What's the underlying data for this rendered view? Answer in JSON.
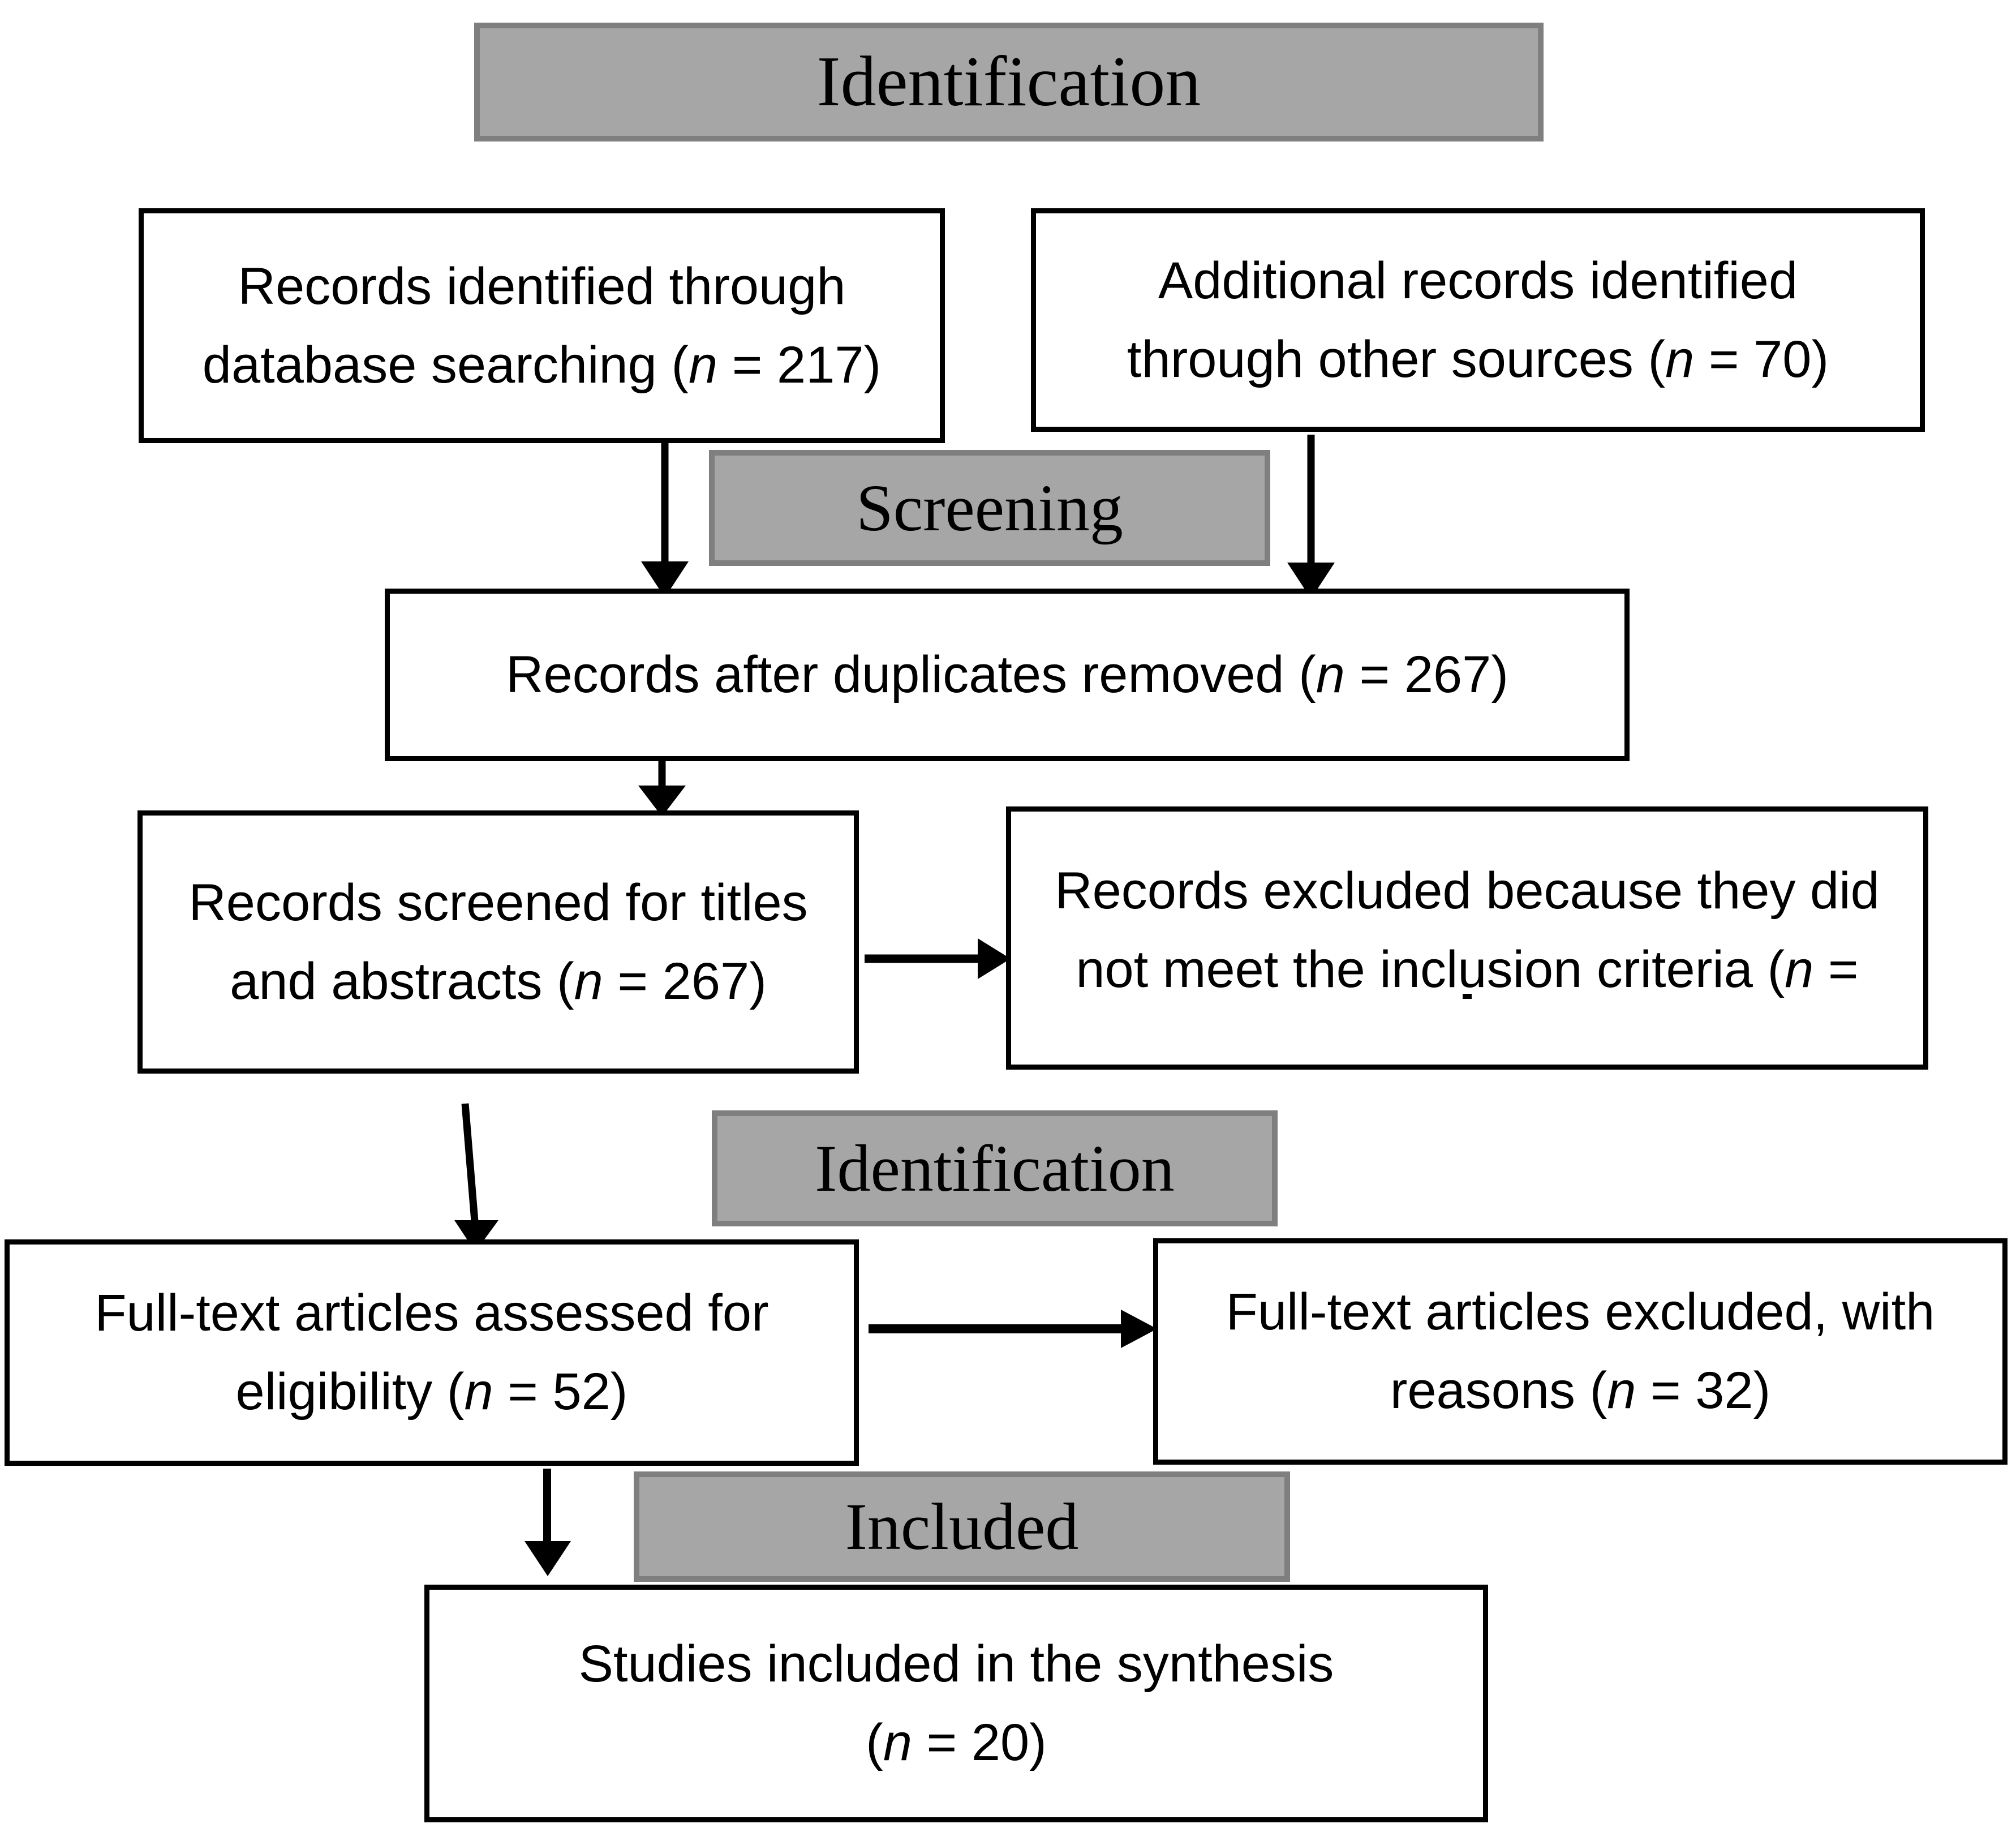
{
  "diagram": {
    "title": "PRISMA flow diagram",
    "type": "flowchart",
    "colors": {
      "banner_fill": "#a6a6a6",
      "banner_border": "#7f7f7f",
      "box_fill": "#ffffff",
      "box_border": "#000000",
      "connector": "#000000",
      "background": "#ffffff"
    }
  },
  "banners": {
    "identification_top": "Identification",
    "screening": "Screening",
    "identification_mid": "Identification",
    "included": "Included"
  },
  "boxes": {
    "db_search": {
      "line1": "Records identified through",
      "line2_pre": "database searching (",
      "line2_n": "n",
      "line2_post": " = 217)"
    },
    "other_sources": {
      "line1": "Additional records identified",
      "line2_pre": "through other sources (",
      "line2_n": "n",
      "line2_post": " = 70)"
    },
    "after_duplicates": {
      "line1_pre": "Records after duplicates removed (",
      "line1_n": "n",
      "line1_post": " = 267)"
    },
    "screened": {
      "line1": "Records screened for titles",
      "line2_pre": "and abstracts (",
      "line2_n": "n",
      "line2_post": " = 267)"
    },
    "excluded_screening": {
      "line1": "Records excluded because they did",
      "line2_pre": "not meet the inclusion criteria (",
      "line2_n": "n",
      "line2_post": " ="
    },
    "fulltext_assessed": {
      "line1": "Full-text articles assessed for",
      "line2_pre": "eligibility (",
      "line2_n": "n",
      "line2_post": " = 52)"
    },
    "fulltext_excluded": {
      "line1": "Full-text articles excluded, with",
      "line2_pre": "reasons (",
      "line2_n": "n",
      "line2_post": " = 32)"
    },
    "included_studies": {
      "line1": "Studies included in the synthesis",
      "line2_pre": "(",
      "line2_n": "n",
      "line2_post": " = 20)"
    }
  },
  "chart_data": {
    "type": "flowchart",
    "title": "PRISMA flow diagram",
    "stages": [
      "Identification",
      "Screening",
      "Identification",
      "Included"
    ],
    "nodes": [
      {
        "id": "db_search",
        "label": "Records identified through database searching",
        "n": 217,
        "stage": "Identification"
      },
      {
        "id": "other_sources",
        "label": "Additional records identified through other sources",
        "n": 70,
        "stage": "Identification"
      },
      {
        "id": "after_duplicates",
        "label": "Records after duplicates removed",
        "n": 267,
        "stage": "Screening"
      },
      {
        "id": "screened",
        "label": "Records screened for titles and abstracts",
        "n": 267,
        "stage": "Screening"
      },
      {
        "id": "excluded_screening",
        "label": "Records excluded because they did not meet the inclusion criteria",
        "n": null,
        "stage": "Screening"
      },
      {
        "id": "fulltext_assessed",
        "label": "Full-text articles assessed for eligibility",
        "n": 52,
        "stage": "Identification"
      },
      {
        "id": "fulltext_excluded",
        "label": "Full-text articles excluded, with reasons",
        "n": 32,
        "stage": "Identification"
      },
      {
        "id": "included_studies",
        "label": "Studies included in the synthesis",
        "n": 20,
        "stage": "Included"
      }
    ],
    "edges": [
      {
        "from": "db_search",
        "to": "after_duplicates",
        "direction": "down"
      },
      {
        "from": "other_sources",
        "to": "after_duplicates",
        "direction": "down"
      },
      {
        "from": "after_duplicates",
        "to": "screened",
        "direction": "down"
      },
      {
        "from": "screened",
        "to": "excluded_screening",
        "direction": "right"
      },
      {
        "from": "screened",
        "to": "fulltext_assessed",
        "direction": "down"
      },
      {
        "from": "fulltext_assessed",
        "to": "fulltext_excluded",
        "direction": "right"
      },
      {
        "from": "fulltext_assessed",
        "to": "included_studies",
        "direction": "down"
      }
    ]
  }
}
